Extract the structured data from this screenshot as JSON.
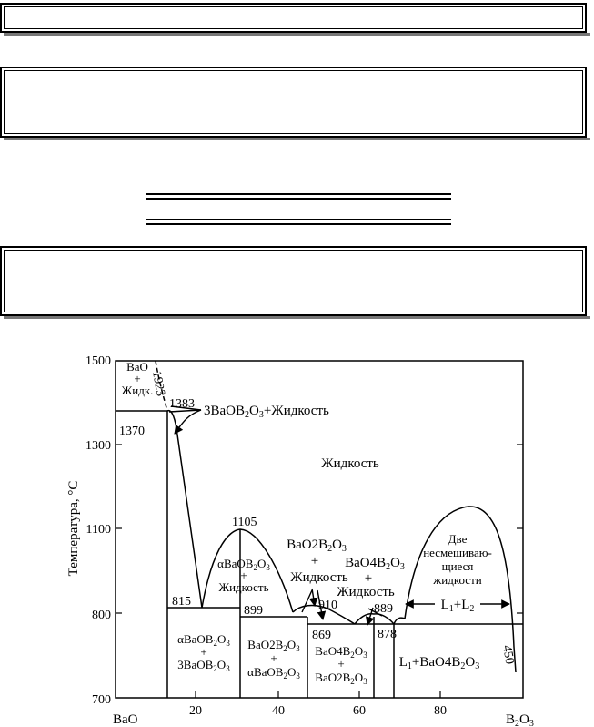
{
  "chart_data": {
    "type": "phase-diagram",
    "ylabel": "Температура, °С",
    "x_ticks": [
      "20",
      "40",
      "60",
      "80"
    ],
    "y_ticks": [
      "700",
      "800",
      "1100",
      "1300",
      "1500"
    ],
    "x_end_labels": {
      "left": "BaO",
      "right_main": "B",
      "right_sub": "2",
      "right_tail": "O",
      "right_sub2": "3"
    },
    "temperatures": {
      "t1383": "1383",
      "t1370": "1370",
      "t1923": "1923",
      "t1105": "1105",
      "t815": "815",
      "t899": "899",
      "t910": "910",
      "t869": "869",
      "t889": "889",
      "t878": "878",
      "t450": "450"
    },
    "regions": {
      "bao_l1": "BaO",
      "bao_l2": "+",
      "bao_l3": "Жидк.",
      "liquid": "Жидкость",
      "r1_a": "3BaOB",
      "r1_b": "2",
      "r1_c": "O",
      "r1_d": "3",
      "r1_e": "+Жидкость",
      "r2_l1a": "αBaOB",
      "r2_l1b": "2",
      "r2_l1c": "O",
      "r2_l1d": "3",
      "r2_l2": "+",
      "r2_l3": "Жидкость",
      "r3_l1a": "BaO2B",
      "r3_l1b": "2",
      "r3_l1c": "O",
      "r3_l1d": "3",
      "r3_l2": "+",
      "r3_l3": "Жидкость",
      "r4_l1a": "BaO4B",
      "r4_l1b": "2",
      "r4_l1c": "O",
      "r4_l1d": "3",
      "r4_l2": "+",
      "r4_l3": "Жидкость",
      "r5_l1": "Две",
      "r5_l2": "несмешиваю-",
      "r5_l3": "щиеся",
      "r5_l4": "жидкости",
      "r6_a": "L",
      "r6_b": "1",
      "r6_c": "+L",
      "r6_d": "2",
      "s1_l1a": "αBaOB",
      "s1_l1b": "2",
      "s1_l1c": "O",
      "s1_l1d": "3",
      "s1_l2": "+",
      "s1_l3a": "3BaOB",
      "s1_l3b": "2",
      "s1_l3c": "O",
      "s1_l3d": "3",
      "s2_l1a": "BaO2B",
      "s2_l1b": "2",
      "s2_l1c": "O",
      "s2_l1d": "3",
      "s2_l2": "+",
      "s2_l3a": "αBaOB",
      "s2_l3b": "2",
      "s2_l3c": "O",
      "s2_l3d": "3",
      "s3_l1a": "BaO4B",
      "s3_l1b": "2",
      "s3_l1c": "O",
      "s3_l1d": "3",
      "s3_l2": "+",
      "s3_l3a": "BaO2B",
      "s3_l3b": "2",
      "s3_l3c": "O",
      "s3_l3d": "3",
      "s4_a": "L",
      "s4_b": "1",
      "s4_c": "+BaO4B",
      "s4_d": "2",
      "s4_e": "O",
      "s4_f": "3"
    }
  }
}
